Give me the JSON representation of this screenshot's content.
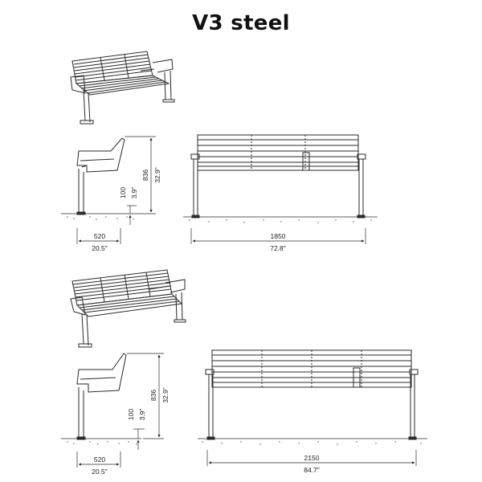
{
  "title": "V3 steel",
  "benches": [
    {
      "id": "short",
      "length_mm": "1850",
      "length_in": "72.8\"",
      "height_mm": "836",
      "height_in": "32.9\"",
      "clearance_mm": "100",
      "clearance_in": "3.9\"",
      "depth_mm": "520",
      "depth_in": "20.5\""
    },
    {
      "id": "long",
      "length_mm": "2150",
      "length_in": "84.7\"",
      "height_mm": "836",
      "height_in": "32.9\"",
      "clearance_mm": "100",
      "clearance_in": "3.9\"",
      "depth_mm": "520",
      "depth_in": "20.5\""
    }
  ],
  "colors": {
    "line": "#2a2a2a",
    "ground_dots": "#555555"
  }
}
